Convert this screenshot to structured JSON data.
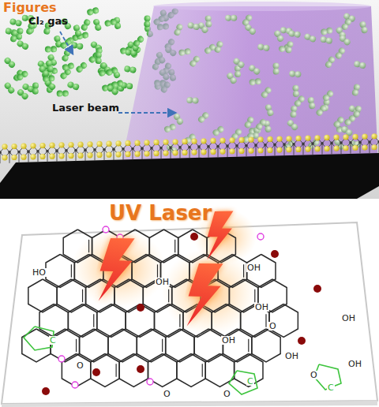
{
  "diagram": {
    "labels": [
      "Figures",
      "Cl₂ gas",
      "Laser beam",
      "UV Laser",
      "HO",
      "OH",
      "OH",
      "OH",
      "OH",
      "OH",
      "OH",
      "OH",
      "O",
      "O",
      "O",
      "O",
      "O",
      "C",
      "C",
      "C"
    ]
  }
}
